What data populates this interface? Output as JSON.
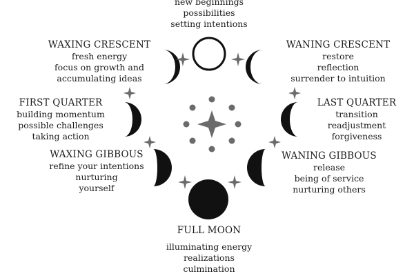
{
  "colors": {
    "moon": "#111111",
    "sparkle": "#6b6b6b",
    "text": "#1a1a1a",
    "background": "#ffffff"
  },
  "phases": [
    {
      "id": "new",
      "title": "",
      "lines": [
        "new beginnings",
        "possibilities",
        "setting intentions"
      ]
    },
    {
      "id": "waxing_crescent",
      "title": "WAXING CRESCENT",
      "lines": [
        "fresh energy",
        "focus on growth and",
        "accumulating ideas"
      ]
    },
    {
      "id": "first_quarter",
      "title": "FIRST QUARTER",
      "lines": [
        "building momentum",
        "possible challenges",
        "taking action"
      ]
    },
    {
      "id": "waxing_gibbous",
      "title": "WAXING GIBBOUS",
      "lines": [
        "refine your intentions",
        "nurturing",
        "yourself"
      ]
    },
    {
      "id": "full",
      "title": "FULL MOON",
      "lines": [
        "illuminating energy",
        "realizations",
        "culmination"
      ]
    },
    {
      "id": "waning_gibbous",
      "title": "WANING GIBBOUS",
      "lines": [
        "release",
        "being of service",
        "nurturing others"
      ]
    },
    {
      "id": "last_quarter",
      "title": "LAST QUARTER",
      "lines": [
        "transition",
        "readjustment",
        "forgiveness"
      ]
    },
    {
      "id": "waning_crescent",
      "title": "WANING CRESCENT",
      "lines": [
        "restore",
        "reflection",
        "surrender to intuition"
      ]
    }
  ]
}
